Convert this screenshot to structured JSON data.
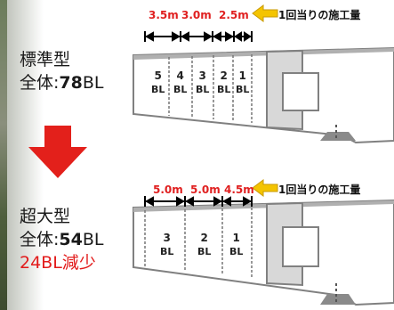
{
  "standard": {
    "title": "標準型",
    "total_prefix": "全体:",
    "total_value": "78",
    "total_unit": "BL",
    "dims": [
      "3.5m",
      "3.0m",
      "2.5m"
    ],
    "note": "1回当りの施工量",
    "blocks": [
      "5",
      "4",
      "3",
      "2",
      "1"
    ],
    "block_unit": "BL"
  },
  "large": {
    "title": "超大型",
    "total_prefix": "全体:",
    "total_value": "54",
    "total_unit": "BL",
    "reduction": "24BL減少",
    "dims": [
      "5.0m",
      "5.0m",
      "4.5m"
    ],
    "note": "1回当りの施工量",
    "blocks": [
      "3",
      "2",
      "1"
    ],
    "block_unit": "BL"
  },
  "colors": {
    "arrow_red": "#e3201b",
    "dim_red": "#e02020",
    "note_arrow": "#f4c400"
  }
}
